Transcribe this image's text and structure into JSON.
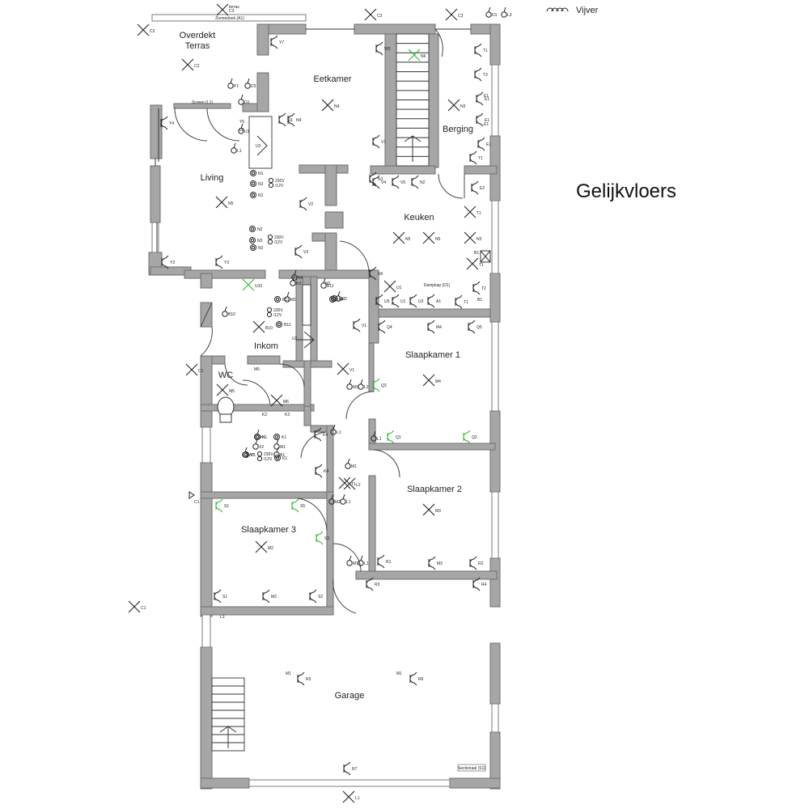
{
  "title": "Gelijkvloers",
  "pond_label": "Vijver",
  "rooms": [
    {
      "key": "terras",
      "lines": [
        "Overdekt",
        "Terras"
      ]
    },
    {
      "key": "eetkamer",
      "lines": [
        "Eetkamer"
      ]
    },
    {
      "key": "berging",
      "lines": [
        "Berging"
      ]
    },
    {
      "key": "living",
      "lines": [
        "Living"
      ]
    },
    {
      "key": "keuken",
      "lines": [
        "Keuken"
      ]
    },
    {
      "key": "inkom",
      "lines": [
        "Inkom"
      ]
    },
    {
      "key": "wc",
      "lines": [
        "WC"
      ]
    },
    {
      "key": "slaap1",
      "lines": [
        "Slaapkamer 1"
      ]
    },
    {
      "key": "slaap2",
      "lines": [
        "Slaapkamer 2"
      ]
    },
    {
      "key": "slaap3",
      "lines": [
        "Slaapkamer 3"
      ]
    },
    {
      "key": "garage",
      "lines": [
        "Garage"
      ]
    }
  ],
  "labels": {
    "sunshade": "Zonnedoek (A1)",
    "screen": "Screen (L1)",
    "extractor": "Dampkap (D1)",
    "garage_door": "Sectionaal (S1)"
  },
  "crosses": [
    {
      "tag": "C3",
      "green": false
    },
    {
      "tag": "C3",
      "green": false
    },
    {
      "tag": "C3",
      "green": false
    },
    {
      "tag": "C2",
      "green": false
    },
    {
      "tag": "N4",
      "green": false
    },
    {
      "tag": "N6",
      "green": true
    },
    {
      "tag": "N5",
      "green": false
    },
    {
      "tag": "C3",
      "green": false
    },
    {
      "tag": "N3",
      "green": false
    },
    {
      "tag": "N5",
      "green": false
    },
    {
      "tag": "T1",
      "green": false
    },
    {
      "tag": "N5",
      "green": false
    },
    {
      "tag": "N3",
      "green": false
    },
    {
      "tag": "T1",
      "green": false
    },
    {
      "tag": "T1",
      "green": false
    },
    {
      "tag": "U1",
      "green": false
    },
    {
      "tag": "U10",
      "green": true
    },
    {
      "tag": "B10",
      "green": false
    },
    {
      "tag": "V1",
      "green": false
    },
    {
      "tag": "M4",
      "green": false
    },
    {
      "tag": "C1",
      "green": false
    },
    {
      "tag": "M5",
      "green": false
    },
    {
      "tag": "M6",
      "green": false
    },
    {
      "tag": "L2",
      "green": false
    },
    {
      "tag": "M3",
      "green": false
    },
    {
      "tag": "M2",
      "green": false
    },
    {
      "tag": "C1",
      "green": false
    },
    {
      "tag": "L1",
      "green": false
    }
  ],
  "switches": [
    {
      "tag": "Y7",
      "green": false
    },
    {
      "tag": "W5",
      "green": false
    },
    {
      "tag": "Y4",
      "green": false
    },
    {
      "tag": "Y2",
      "green": false
    },
    {
      "tag": "Y3",
      "green": false
    },
    {
      "tag": "V5",
      "green": false
    },
    {
      "tag": "V4",
      "green": false
    },
    {
      "tag": "V1",
      "green": false
    },
    {
      "tag": "N1",
      "green": false
    },
    {
      "tag": "N2",
      "green": false
    },
    {
      "tag": "N5",
      "green": false
    },
    {
      "tag": "U5",
      "green": false
    },
    {
      "tag": "U1",
      "green": false
    },
    {
      "tag": "U3",
      "green": false
    },
    {
      "tag": "A1",
      "green": false
    },
    {
      "tag": "T1",
      "green": false
    },
    {
      "tag": "T2",
      "green": false
    },
    {
      "tag": "V1",
      "green": false
    },
    {
      "tag": "Q4",
      "green": false
    },
    {
      "tag": "M4",
      "green": false
    },
    {
      "tag": "Q5",
      "green": false
    },
    {
      "tag": "Q3",
      "green": true
    },
    {
      "tag": "Q1",
      "green": true
    },
    {
      "tag": "Q2",
      "green": true
    },
    {
      "tag": "K4",
      "green": false
    },
    {
      "tag": "K4",
      "green": false
    },
    {
      "tag": "S1",
      "green": true
    },
    {
      "tag": "S5",
      "green": true
    },
    {
      "tag": "S3",
      "green": true
    },
    {
      "tag": "R1",
      "green": false
    },
    {
      "tag": "M3",
      "green": false
    },
    {
      "tag": "R2",
      "green": false
    },
    {
      "tag": "R3",
      "green": false
    },
    {
      "tag": "R4",
      "green": false
    },
    {
      "tag": "S1",
      "green": false
    },
    {
      "tag": "M2",
      "green": false
    },
    {
      "tag": "S2",
      "green": false
    },
    {
      "tag": "R5",
      "green": false
    },
    {
      "tag": "R6",
      "green": false
    },
    {
      "tag": "R7",
      "green": false
    },
    {
      "tag": "T1",
      "green": false
    },
    {
      "tag": "T3",
      "green": false
    },
    {
      "tag": "E1",
      "green": false
    },
    {
      "tag": "E1",
      "green": false
    },
    {
      "tag": "E1",
      "green": false
    },
    {
      "tag": "T1",
      "green": false
    },
    {
      "tag": "E2",
      "green": false
    },
    {
      "tag": "V2",
      "green": false
    },
    {
      "tag": "V3",
      "green": false
    },
    {
      "tag": "N3",
      "green": false
    },
    {
      "tag": "N4",
      "green": false
    }
  ],
  "outlets": [
    {
      "tag": "P1"
    },
    {
      "tag": "D3"
    },
    {
      "tag": "O1"
    },
    {
      "tag": "D1"
    },
    {
      "tag": "L3"
    },
    {
      "tag": "U1"
    },
    {
      "tag": "L1"
    },
    {
      "tag": "B11"
    },
    {
      "tag": "B10"
    },
    {
      "tag": "M1"
    },
    {
      "tag": "M2"
    },
    {
      "tag": "L1"
    },
    {
      "tag": "M1"
    },
    {
      "tag": "M3"
    },
    {
      "tag": "L2"
    },
    {
      "tag": "M2"
    },
    {
      "tag": "L1"
    },
    {
      "tag": "M1"
    },
    {
      "tag": "L1"
    },
    {
      "tag": "L1"
    },
    {
      "tag": "K1"
    },
    {
      "tag": "X2"
    },
    {
      "tag": "M1"
    },
    {
      "tag": "W7"
    },
    {
      "tag": "B1"
    },
    {
      "tag": "N3"
    },
    {
      "tag": "N4"
    }
  ],
  "spots": [
    {
      "tag": "N1"
    },
    {
      "tag": "N2"
    },
    {
      "tag": "N1"
    },
    {
      "tag": "N2"
    },
    {
      "tag": "N3"
    },
    {
      "tag": "N2"
    },
    {
      "tag": "U1"
    },
    {
      "tag": "L1"
    },
    {
      "tag": "B11"
    },
    {
      "tag": "B11"
    },
    {
      "tag": "K1"
    },
    {
      "tag": "K1"
    },
    {
      "tag": "K1"
    },
    {
      "tag": "K1"
    }
  ],
  "transformers": [
    {
      "text": "230V /12V"
    },
    {
      "text": "230V /12V"
    },
    {
      "text": "230V /12V"
    },
    {
      "text": "230V /12V"
    }
  ],
  "misc_tags": [
    "terras",
    "E1",
    "E1",
    "M1",
    "M1",
    "C1",
    "U2",
    "U2",
    "M1",
    "B1",
    "B1",
    "K2",
    "K3",
    "Y5",
    "L2",
    "L3",
    "M5"
  ]
}
